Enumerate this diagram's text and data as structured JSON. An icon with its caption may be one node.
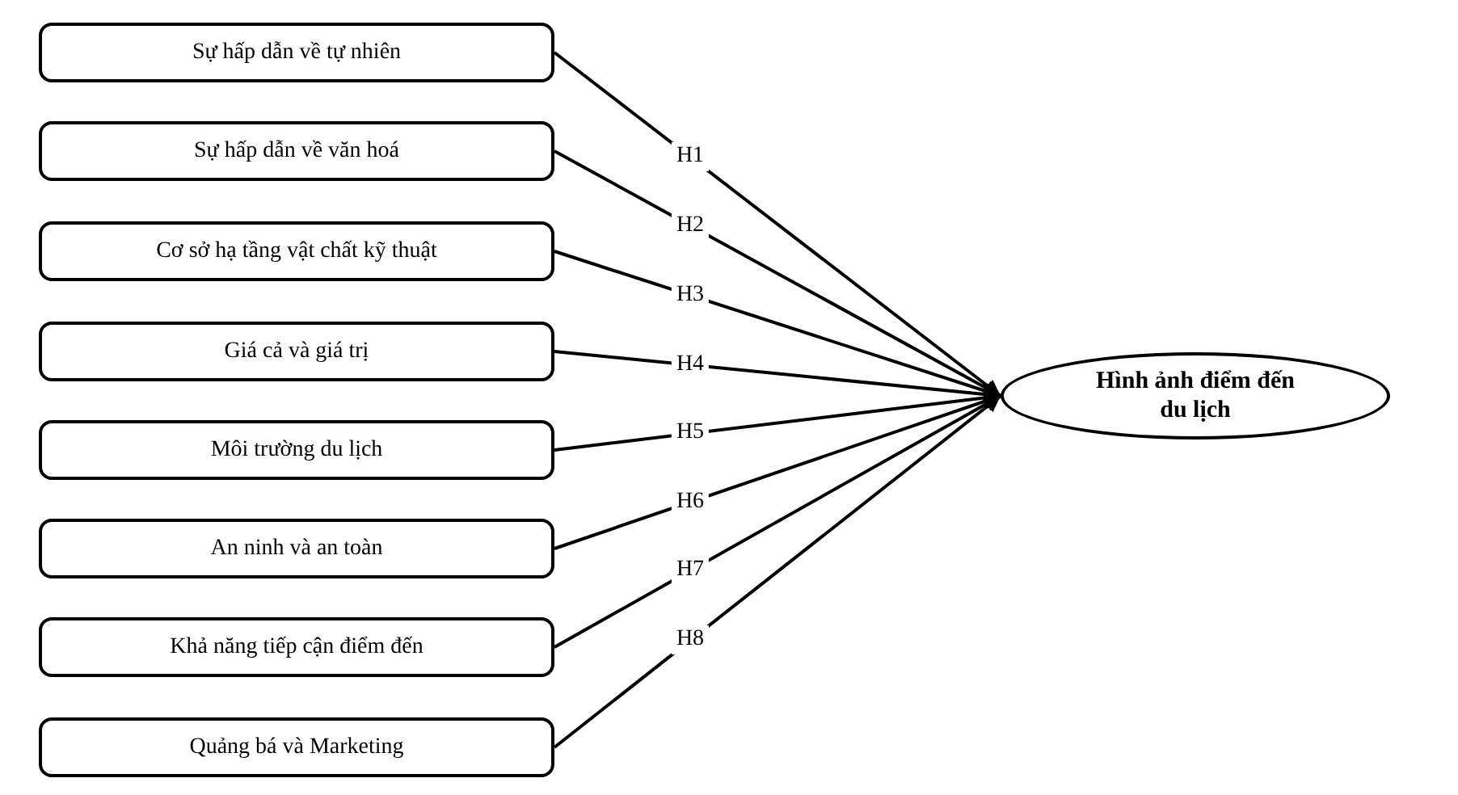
{
  "diagram": {
    "nodes": [
      {
        "text": [
          "Sự hấp dẫn về tự nhiên"
        ]
      },
      {
        "text": [
          "Sự hấp dẫn về văn hoá"
        ]
      },
      {
        "text": [
          "Cơ sở hạ tầng vật chất kỹ thuật"
        ]
      },
      {
        "text": [
          "Giá cả và giá trị"
        ]
      },
      {
        "text": [
          "Môi trường du lịch"
        ]
      },
      {
        "text": [
          "An ninh và an toàn"
        ]
      },
      {
        "text": [
          "Khả năng tiếp cận điểm đến"
        ]
      },
      {
        "text": [
          "Quảng bá và Marketing"
        ]
      },
      {
        "text": [
          "Hình ảnh điểm đến du lịch"
        ]
      }
    ],
    "edges": [
      {
        "from": 0,
        "to": 8,
        "arrow": "to",
        "label": "H1"
      },
      {
        "from": 1,
        "to": 8,
        "arrow": "to",
        "label": "H2"
      },
      {
        "from": 2,
        "to": 8,
        "arrow": "to",
        "label": "H3"
      },
      {
        "from": 3,
        "to": 8,
        "arrow": "to",
        "label": "H4"
      },
      {
        "from": 4,
        "to": 8,
        "arrow": "to",
        "label": "H5"
      },
      {
        "from": 5,
        "to": 8,
        "arrow": "to",
        "label": "H6"
      },
      {
        "from": 6,
        "to": 8,
        "arrow": "to",
        "label": "H7"
      },
      {
        "from": 7,
        "to": 8,
        "arrow": "to",
        "label": "H8"
      }
    ]
  }
}
